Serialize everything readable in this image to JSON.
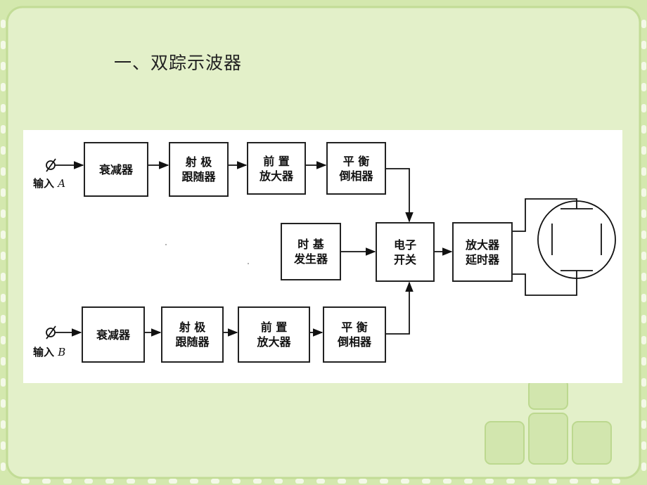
{
  "slide": {
    "title": "一、双踪示波器"
  },
  "diagram": {
    "channel_a": {
      "input_label": "输入",
      "input_letter": "A",
      "attenuator": "衰减器",
      "follower": [
        "射 极",
        "跟随器"
      ],
      "preamp": [
        "前 置",
        "放大器"
      ],
      "phase_splitter": [
        "平 衡",
        "倒相器"
      ]
    },
    "channel_b": {
      "input_label": "输入",
      "input_letter": "B",
      "attenuator": "衰减器",
      "follower": [
        "射 极",
        "跟随器"
      ],
      "preamp": [
        "前 置",
        "放大器"
      ],
      "phase_splitter": [
        "平 衡",
        "倒相器"
      ]
    },
    "timebase": [
      "时 基",
      "发生器"
    ],
    "electronic_switch": [
      "电子",
      "开关"
    ],
    "amp_delay": [
      "放大器",
      "延时器"
    ],
    "crt": {
      "icon": "crt-screen-icon"
    }
  }
}
